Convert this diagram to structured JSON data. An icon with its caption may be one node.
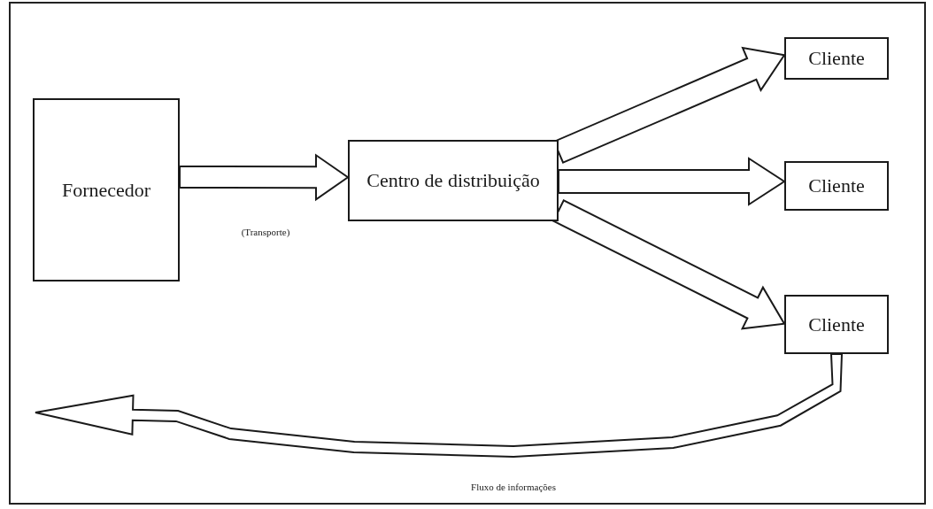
{
  "diagram": {
    "nodes": [
      {
        "text": [
          "Fornecedor"
        ]
      },
      {
        "text": [
          "Centro de distribuição"
        ]
      },
      {
        "text": [
          "Cliente"
        ]
      },
      {
        "text": [
          "Cliente"
        ]
      },
      {
        "text": [
          "Cliente"
        ]
      }
    ],
    "edges": [
      {
        "from": 0,
        "to": 1,
        "arrow": "to"
      },
      {
        "from": 1,
        "to": 2,
        "arrow": "to"
      },
      {
        "from": 1,
        "to": 3,
        "arrow": "to"
      },
      {
        "from": 1,
        "to": 4,
        "arrow": "to"
      },
      {
        "from": 4,
        "to": null,
        "arrow": "to"
      }
    ],
    "labels": [
      "(Transporte)",
      "Fluxo de informações"
    ]
  }
}
